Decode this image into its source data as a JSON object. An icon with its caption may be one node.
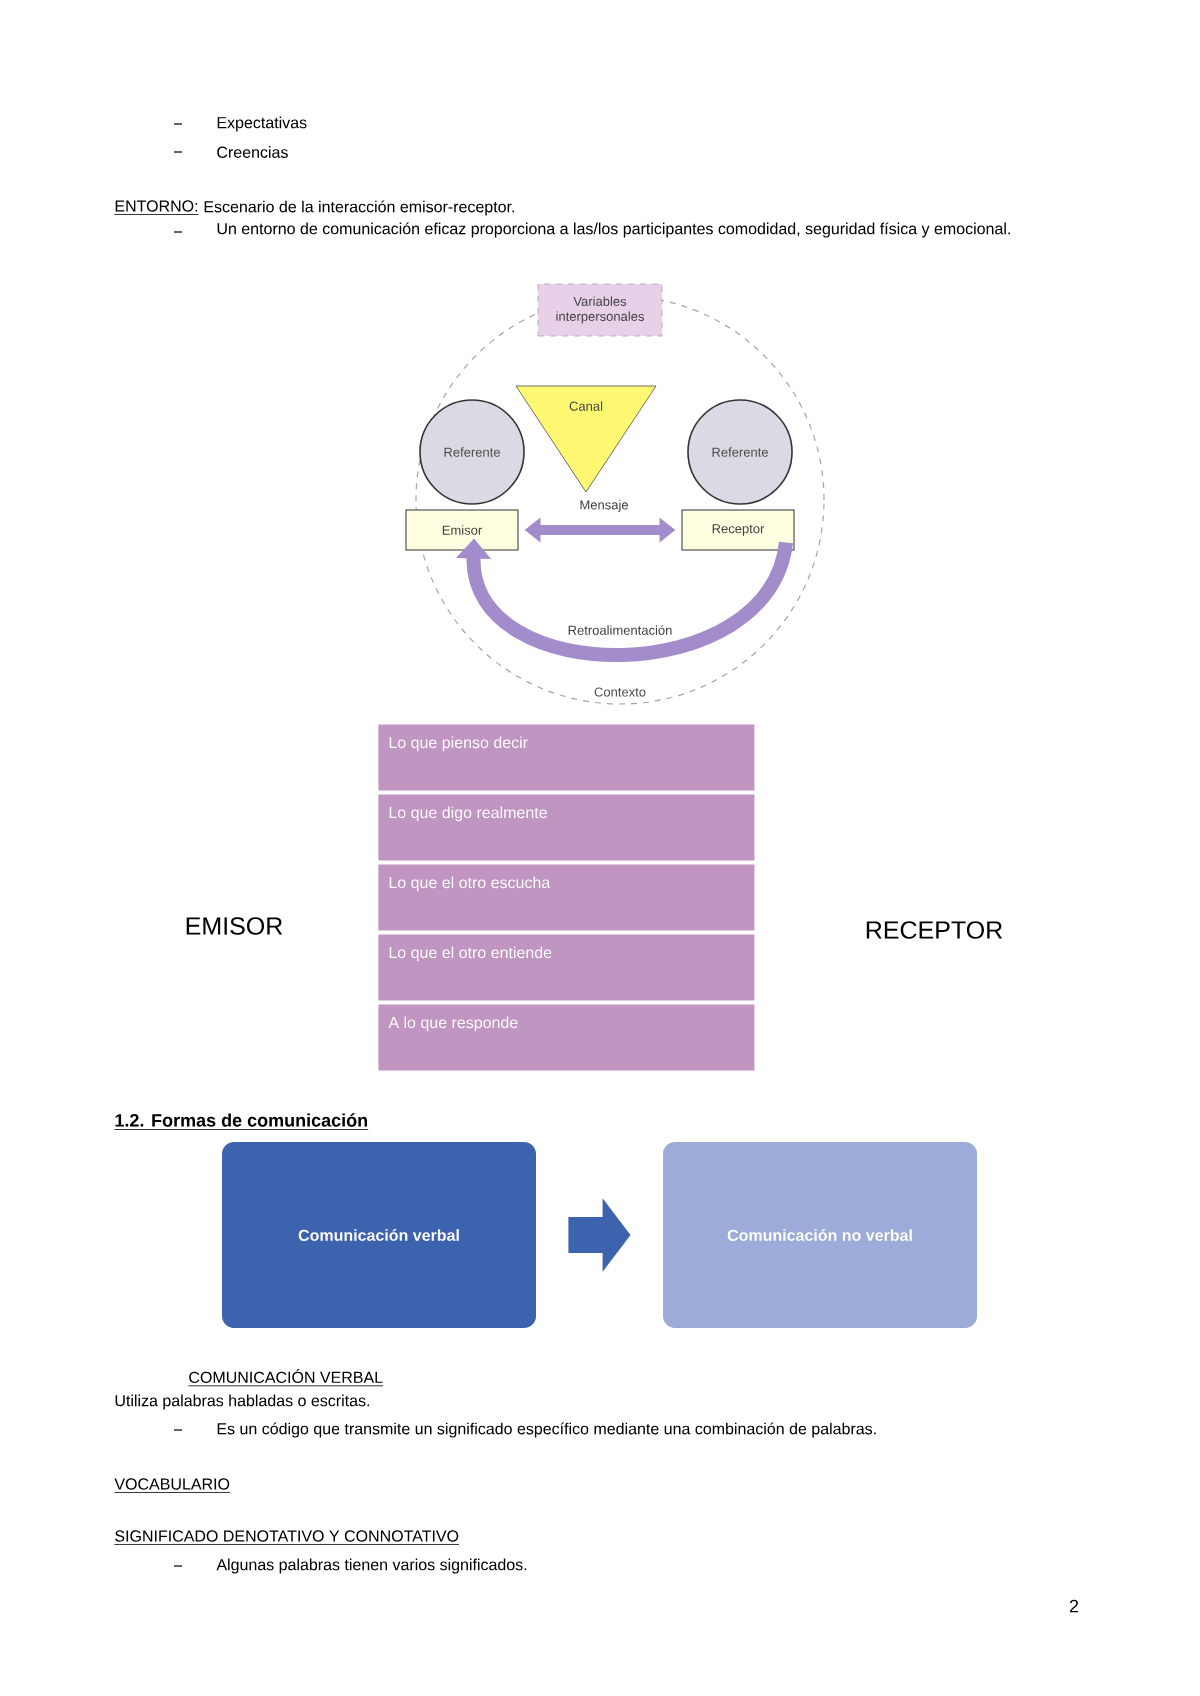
{
  "diagram": {
    "nodes": [
      {
        "text": [
          "Contexto"
        ]
      },
      {
        "text": [
          "Variables interpersonales"
        ]
      },
      {
        "text": [
          "Canal"
        ],
        "in": 0
      },
      {
        "text": [
          "Referente"
        ],
        "in": 0
      },
      {
        "text": [
          "Referente"
        ],
        "in": 0
      },
      {
        "text": [
          "Emisor"
        ],
        "in": 0
      },
      {
        "text": [
          "Receptor"
        ],
        "in": 0
      },
      {
        "text": [
          "Lo que pienso decir"
        ]
      },
      {
        "text": [
          "Lo que digo realmente"
        ]
      },
      {
        "text": [
          "Lo que el otro escucha"
        ]
      },
      {
        "text": [
          "Lo que el otro entiende"
        ]
      },
      {
        "text": [
          "A lo que responde"
        ]
      },
      {
        "text": [
          "Comunicación verbal"
        ]
      },
      {
        "text": [
          "Comunicación no verbal"
        ]
      }
    ],
    "edges": [
      {
        "from": 5,
        "to": 6,
        "arrow": "both",
        "label": "Mensaje"
      },
      {
        "from": 6,
        "to": 5,
        "arrow": "to",
        "label": "Retroalimentación"
      },
      {
        "from": 12,
        "to": 13,
        "arrow": "to",
        "style": "thick",
        "color": "#3d63ae"
      }
    ],
    "labels": [
      "Expectativas",
      "Creencias",
      "ENTORNO:",
      "Escenario de la interacción emisor-receptor.",
      "Un entorno de comunicación eficaz proporciona a las/los participantes comodidad, seguridad física y emocional.",
      "EMISOR",
      "RECEPTOR",
      "1.2. Formas de comunicación",
      "COMUNICACIÓN VERBAL",
      "Utiliza palabras habladas o escritas.",
      "Es un código que transmite un significado específico mediante una combinación de palabras.",
      "VOCABULARIO",
      "SIGNIFICADO DENOTATIVO Y CONNOTATIVO",
      "Algunas palabras tienen varios significados.",
      "2"
    ]
  }
}
